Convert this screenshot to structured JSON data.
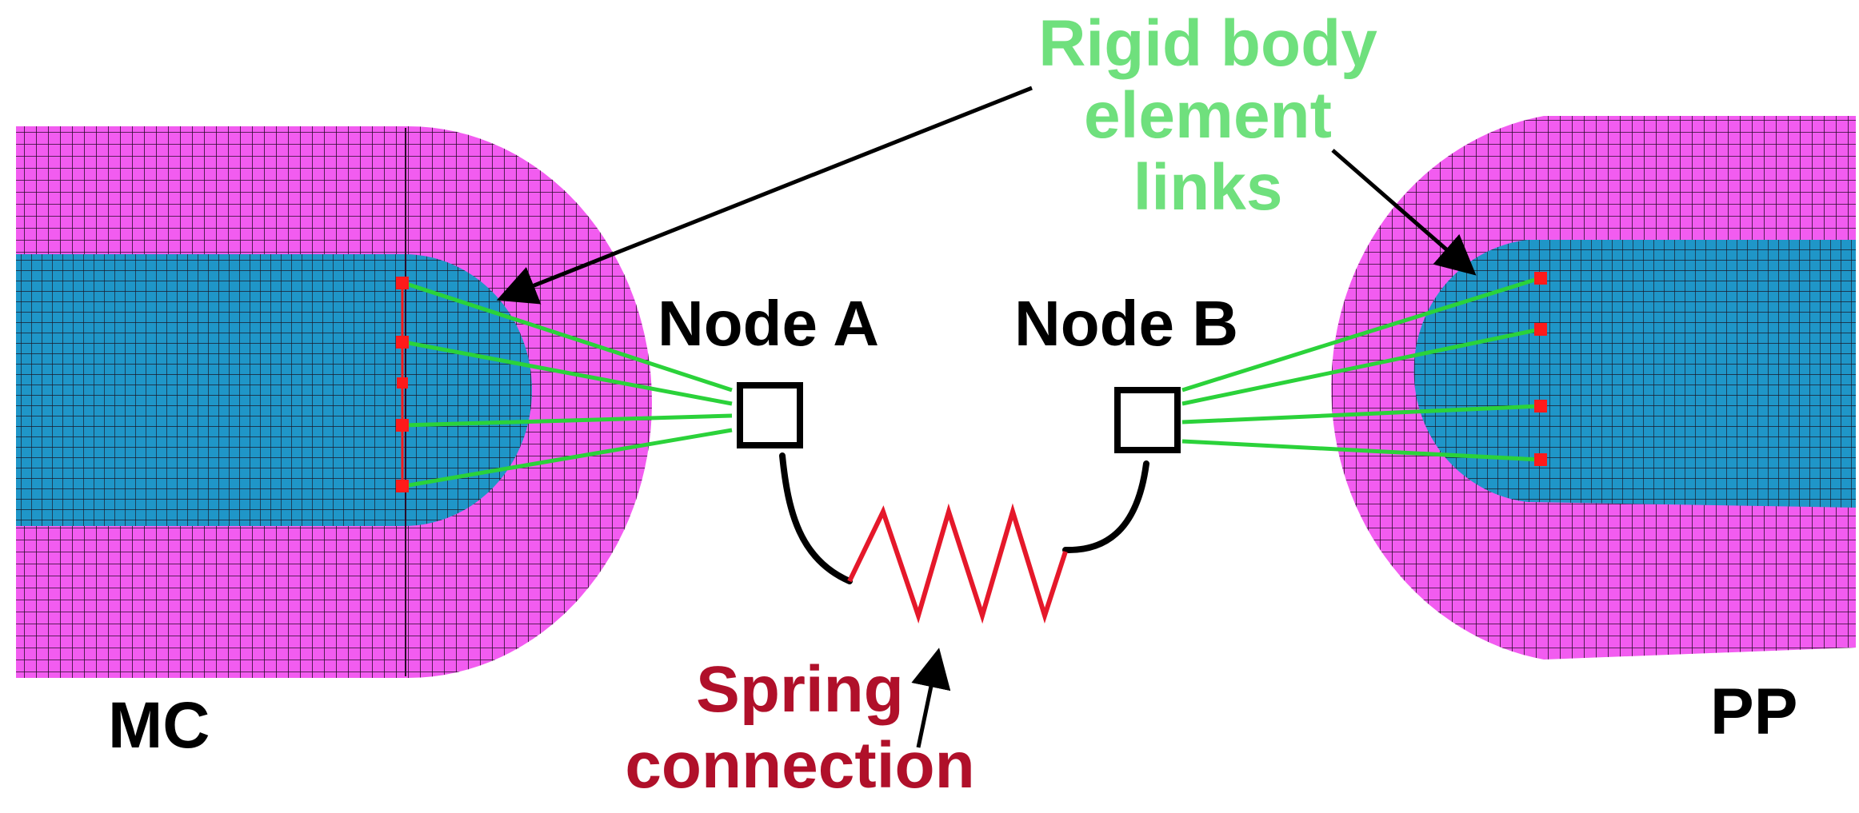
{
  "labels": {
    "rigid_body_line1": "Rigid body",
    "rigid_body_line2": "element",
    "rigid_body_line3": "links",
    "node_a": "Node A",
    "node_b": "Node B",
    "spring_line1": "Spring",
    "spring_line2": "connection",
    "left_body": "MC",
    "right_body": "PP"
  },
  "colors": {
    "outer_mesh": "#f25cf0",
    "inner_mesh": "#1f96c8",
    "grid_line": "#2a0b2a",
    "link_green": "#2bd23a",
    "node_red": "#ff1a1a",
    "spring_red": "#e5182a",
    "spring_label": "#b0102a",
    "rigid_label": "#6fe07d",
    "text_black": "#000000"
  }
}
